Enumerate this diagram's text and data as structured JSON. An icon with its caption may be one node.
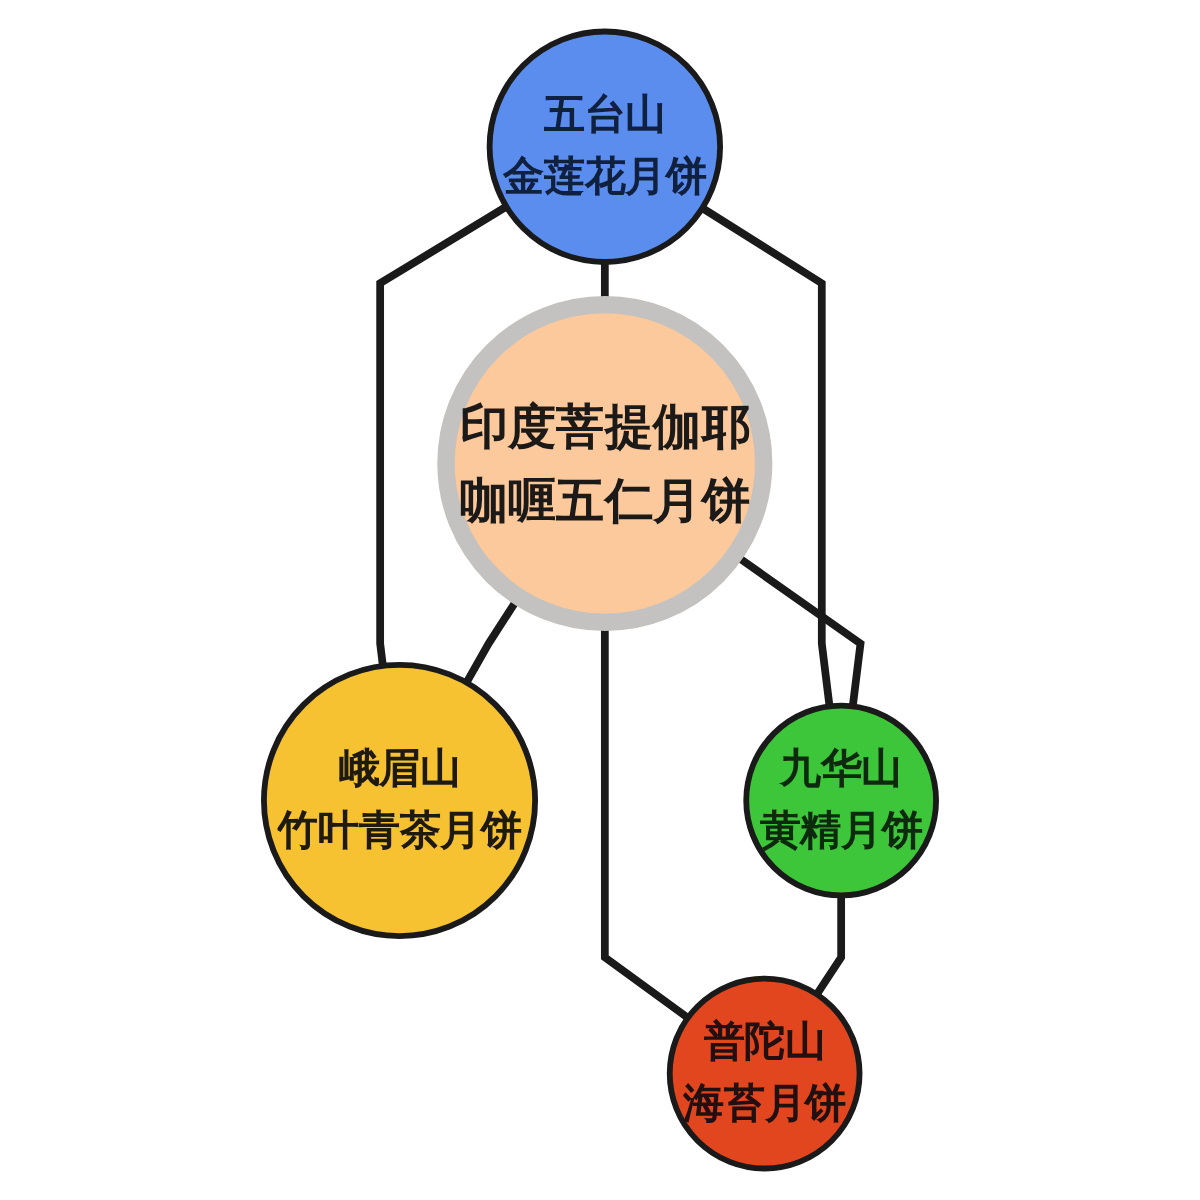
{
  "diagram": {
    "nodes": [
      {
        "text": [
          "五台山",
          "金莲花月饼"
        ]
      },
      {
        "text": [
          "峨眉山",
          "竹叶青茶月饼"
        ]
      },
      {
        "text": [
          "印度菩提伽耶",
          "咖喱五仁月饼"
        ]
      },
      {
        "text": [
          "九华山",
          "黄精月饼"
        ]
      },
      {
        "text": [
          "普陀山",
          "海苔月饼"
        ]
      }
    ],
    "edges": [
      {
        "from": 0,
        "to": 1,
        "arrow": "none"
      },
      {
        "from": 0,
        "to": 2,
        "arrow": "none"
      },
      {
        "from": 0,
        "to": 3,
        "arrow": "none"
      },
      {
        "from": 2,
        "to": 1,
        "arrow": "none"
      },
      {
        "from": 2,
        "to": 3,
        "arrow": "none"
      },
      {
        "from": 2,
        "to": 4,
        "arrow": "none"
      },
      {
        "from": 3,
        "to": 4,
        "arrow": "none"
      }
    ]
  }
}
